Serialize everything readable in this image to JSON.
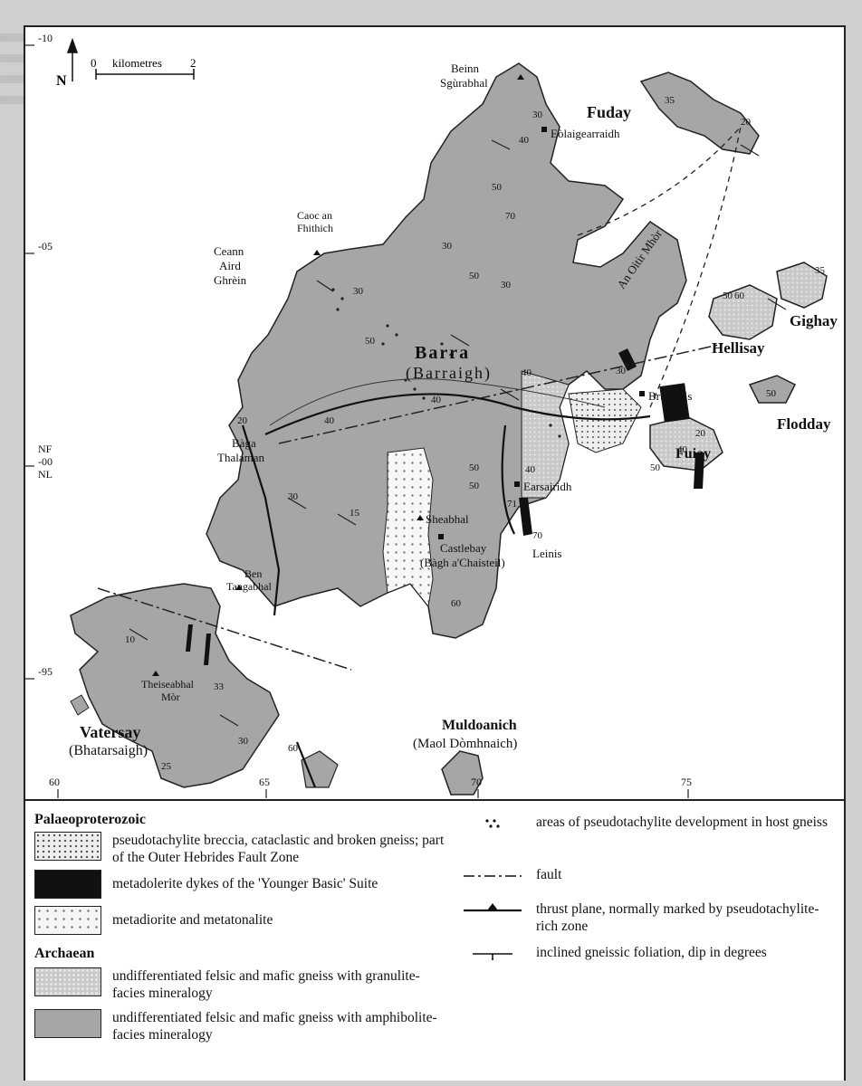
{
  "colors": {
    "amphibolite": "#a6a6a6",
    "granulite": "#c9c9c9",
    "dyke": "#111111",
    "background": "#cfcfcf",
    "ink": "#111111"
  },
  "map": {
    "north_arrow": "N",
    "scale_bar": {
      "start": "0",
      "end": "2",
      "unit": "kilometres"
    },
    "grid_labels": {
      "left": [
        "-10",
        "-05",
        "NF -00 NL",
        "-95"
      ],
      "bottom": [
        "60",
        "65",
        "70",
        "75"
      ]
    },
    "islands": {
      "barra": "Barra",
      "barra_gaelic": "(Barraigh)",
      "vatersay": "Vatersay",
      "vatersay_gaelic": "(Bhatarsaigh)",
      "muldoanich": "Muldoanich",
      "muldoanich_gaelic": "(Maol Dòmhnaich)",
      "fuday": "Fuday",
      "gighay": "Gighay",
      "hellisay": "Hellisay",
      "flodday": "Flodday",
      "fuiay": "Fuiay"
    },
    "places": {
      "beinn_sgurabhal": "Beinn Sgùrabhal",
      "eolaigearraidh": "Eòlaigearraidh",
      "caoc_an_fhithich": "Caoc an Fhithich",
      "ceann_aird_ghrein": "Ceann Aird Ghrèin",
      "baga_thalaman": "Bàga Thalaman",
      "ben_tangabhal": "Ben Tangabhal",
      "sheabhal": "Sheabhal",
      "castlebay": "Castlebay",
      "castlebay_gaelic": "(Bàgh a'Chaisteil)",
      "bruairnis": "Bruairnis",
      "earsairidh": "Earsairidh",
      "leinis": "Leinis",
      "theiseabhal_mor": "Theiseabhal Mòr",
      "an_oitir_mhor": "An Oitir Mhòr"
    },
    "dips": [
      "30",
      "40",
      "50",
      "70",
      "30",
      "50",
      "30",
      "40",
      "30",
      "50",
      "20",
      "40",
      "40",
      "40",
      "50",
      "30",
      "15",
      "50",
      "71",
      "70",
      "10",
      "33",
      "30",
      "60",
      "25",
      "60",
      "35",
      "50",
      "60",
      "30",
      "20",
      "50",
      "40",
      "50",
      "35",
      "20"
    ]
  },
  "legend": {
    "palaeoproterozoic_heading": "Palaeoproterozoic",
    "archaean_heading": "Archaean",
    "items": [
      {
        "label": "pseudotachylite breccia, cataclastic and broken gneiss; part of the Outer Hebrides Fault Zone"
      },
      {
        "label": "metadolerite dykes of the 'Younger Basic' Suite"
      },
      {
        "label": "metadiorite and metatonalite"
      },
      {
        "label": "undifferentiated felsic and mafic gneiss with granulite-facies mineralogy"
      },
      {
        "label": "undifferentiated felsic and mafic gneiss with amphibolite-facies mineralogy"
      }
    ],
    "symbols": [
      {
        "label": "areas of pseudotachylite development in host gneiss"
      },
      {
        "label": "fault"
      },
      {
        "label": "thrust plane, normally marked by pseudotachylite-rich zone"
      },
      {
        "label": "inclined gneissic foliation, dip in degrees"
      }
    ]
  }
}
